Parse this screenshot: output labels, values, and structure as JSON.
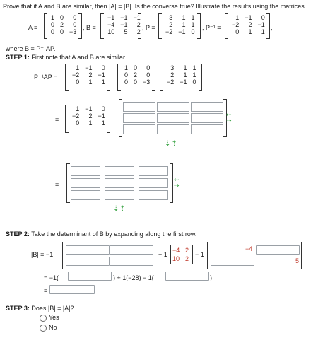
{
  "problem": {
    "line1": "Prove that if A and B are similar, then |A| = |B|. Is the converse true? Illustrate the results using the matrices",
    "where": "where B = P⁻¹AP."
  },
  "labels": {
    "A": "A =",
    "B": ", B =",
    "P": ", P =",
    "Pinv": ", P⁻¹ =",
    "trail": ",",
    "PinvAP": "P⁻¹AP =",
    "eq": "=",
    "detB": "|B| = −1",
    "plus1": "+ 1",
    "minus1": "− 1",
    "minus1paren": "= −1(",
    "mid3": ") + 1(−28) − 1(",
    "close3": ")",
    "eq4": "="
  },
  "steps": {
    "step1_label": "STEP 1:",
    "step1_text": "First note that A and B are similar.",
    "step2_label": "STEP 2:",
    "step2_text": "Take the determinant of B by expanding along the first row.",
    "step3_label": "STEP 3:",
    "step3_text": "Does |B| = |A|?"
  },
  "matrices": {
    "A": [
      [
        "1",
        "0",
        "0"
      ],
      [
        "0",
        "2",
        "0"
      ],
      [
        "0",
        "0",
        "−3"
      ]
    ],
    "B": [
      [
        "−1",
        "−1",
        "−1"
      ],
      [
        "−4",
        "−1",
        "2"
      ],
      [
        "10",
        "5",
        "2"
      ]
    ],
    "P": [
      [
        "3",
        "1",
        "1"
      ],
      [
        "2",
        "1",
        "1"
      ],
      [
        "−2",
        "−1",
        "0"
      ]
    ],
    "Pinv": [
      [
        "1",
        "−1",
        "0"
      ],
      [
        "−2",
        "2",
        "−1"
      ],
      [
        "0",
        "1",
        "1"
      ]
    ],
    "minor2": [
      [
        "−4",
        "2"
      ],
      [
        "10",
        "2"
      ]
    ]
  },
  "given_vals": {
    "minor3_top": "−4",
    "minor3_bottom": "5"
  },
  "options": {
    "yes": "Yes",
    "no": "No"
  },
  "colors": {
    "arrow": "#2e9e3a",
    "red": "#c0392b",
    "box_border": "#9aa0a6"
  }
}
